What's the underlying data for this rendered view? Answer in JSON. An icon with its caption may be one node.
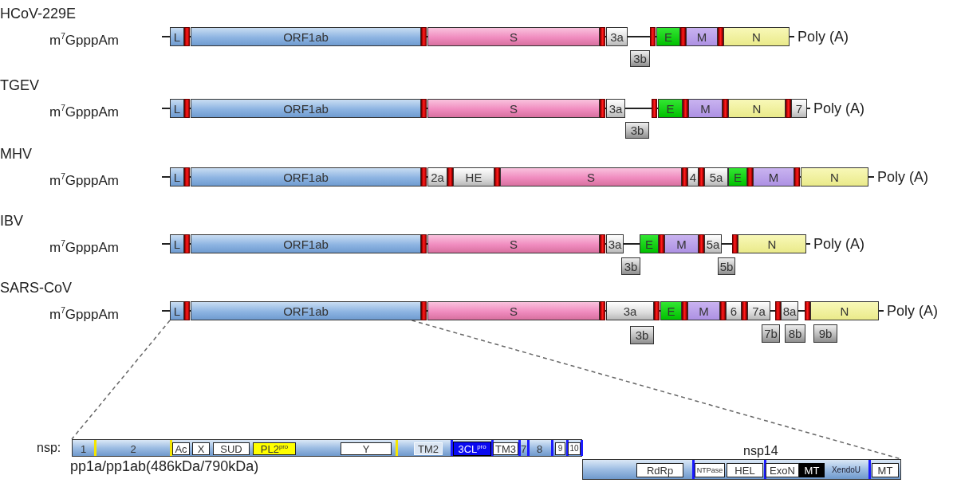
{
  "diagram": {
    "nodes": [
      {
        "text": [
          "L"
        ]
      },
      {
        "text": [
          "ORF1ab"
        ]
      },
      {
        "text": [
          "S"
        ]
      },
      {
        "text": [
          "3a"
        ]
      },
      {
        "text": [
          "3b"
        ]
      },
      {
        "text": [
          "E"
        ]
      },
      {
        "text": [
          "M"
        ]
      },
      {
        "text": [
          "N"
        ]
      },
      {
        "text": [
          "L"
        ]
      },
      {
        "text": [
          "ORF1ab"
        ]
      },
      {
        "text": [
          "S"
        ]
      },
      {
        "text": [
          "3a"
        ]
      },
      {
        "text": [
          "3b"
        ]
      },
      {
        "text": [
          "E"
        ]
      },
      {
        "text": [
          "M"
        ]
      },
      {
        "text": [
          "N"
        ]
      },
      {
        "text": [
          "7"
        ]
      },
      {
        "text": [
          "L"
        ]
      },
      {
        "text": [
          "ORF1ab"
        ]
      },
      {
        "text": [
          "2a"
        ]
      },
      {
        "text": [
          "HE"
        ]
      },
      {
        "text": [
          "S"
        ]
      },
      {
        "text": [
          "4"
        ]
      },
      {
        "text": [
          "5a"
        ]
      },
      {
        "text": [
          "E"
        ]
      },
      {
        "text": [
          "M"
        ]
      },
      {
        "text": [
          "N"
        ]
      },
      {
        "text": [
          "L"
        ]
      },
      {
        "text": [
          "ORF1ab"
        ]
      },
      {
        "text": [
          "S"
        ]
      },
      {
        "text": [
          "3a"
        ]
      },
      {
        "text": [
          "3b"
        ]
      },
      {
        "text": [
          "E"
        ]
      },
      {
        "text": [
          "M"
        ]
      },
      {
        "text": [
          "5a"
        ]
      },
      {
        "text": [
          "5b"
        ]
      },
      {
        "text": [
          "N"
        ]
      },
      {
        "text": [
          "L"
        ]
      },
      {
        "text": [
          "ORF1ab"
        ]
      },
      {
        "text": [
          "S"
        ]
      },
      {
        "text": [
          "3a"
        ]
      },
      {
        "text": [
          "3b"
        ]
      },
      {
        "text": [
          "E"
        ]
      },
      {
        "text": [
          "M"
        ]
      },
      {
        "text": [
          "6"
        ]
      },
      {
        "text": [
          "7a"
        ]
      },
      {
        "text": [
          "7b"
        ]
      },
      {
        "text": [
          "8a"
        ]
      },
      {
        "text": [
          "8b"
        ]
      },
      {
        "text": [
          "9b"
        ]
      },
      {
        "text": [
          "N"
        ]
      },
      {
        "text": [],
        "shape": "bar"
      },
      {
        "text": [
          "1"
        ],
        "in": 51
      },
      {
        "text": [
          "2"
        ],
        "in": 51
      },
      {
        "text": [
          "Ac"
        ],
        "in": 51
      },
      {
        "text": [
          "X"
        ],
        "in": 51
      },
      {
        "text": [
          "SUD"
        ],
        "in": 51
      },
      {
        "text": [
          "PL2$^{pro}$"
        ],
        "in": 51
      },
      {
        "text": [
          "Y"
        ],
        "in": 51
      },
      {
        "text": [
          "TM2"
        ],
        "in": 51
      },
      {
        "text": [
          "3CL$^{pro}$"
        ],
        "in": 51
      },
      {
        "text": [
          "TM3"
        ],
        "in": 51
      },
      {
        "text": [
          "7"
        ],
        "in": 51
      },
      {
        "text": [
          "8"
        ],
        "in": 51
      },
      {
        "text": [
          "9"
        ],
        "in": 51
      },
      {
        "text": [
          "10"
        ],
        "in": 51
      },
      {
        "text": [],
        "shape": "bar"
      },
      {
        "text": [
          "RdRp"
        ],
        "in": 66
      },
      {
        "text": [
          "NTPase"
        ],
        "in": 66
      },
      {
        "text": [
          "HEL"
        ],
        "in": 66
      },
      {
        "text": [
          "ExoN"
        ],
        "in": 66
      },
      {
        "text": [
          "MT"
        ],
        "in": 66
      },
      {
        "text": [
          "XendoU"
        ],
        "in": 66
      },
      {
        "text": [
          "MT"
        ],
        "in": 66
      }
    ],
    "edges": [
      {
        "from": 37,
        "to": 51,
        "arrow": "none",
        "style": "dashed"
      },
      {
        "from": 38,
        "to": 66,
        "arrow": "none",
        "style": "dashed"
      }
    ],
    "labels": [
      "HCoV-229E",
      "m$^{7}$GpppAm",
      "Poly (A)",
      "TGEV",
      "m$^{7}$GpppAm",
      "Poly (A)",
      "MHV",
      "m$^{7}$GpppAm",
      "Poly (A)",
      "IBV",
      "m$^{7}$GpppAm",
      "Poly (A)",
      "SARS-CoV",
      "m$^{7}$GpppAm",
      "Poly (A)",
      "nsp:",
      "nsp14",
      "pp1a/pp1ab(486kDa/790kDa)"
    ]
  }
}
